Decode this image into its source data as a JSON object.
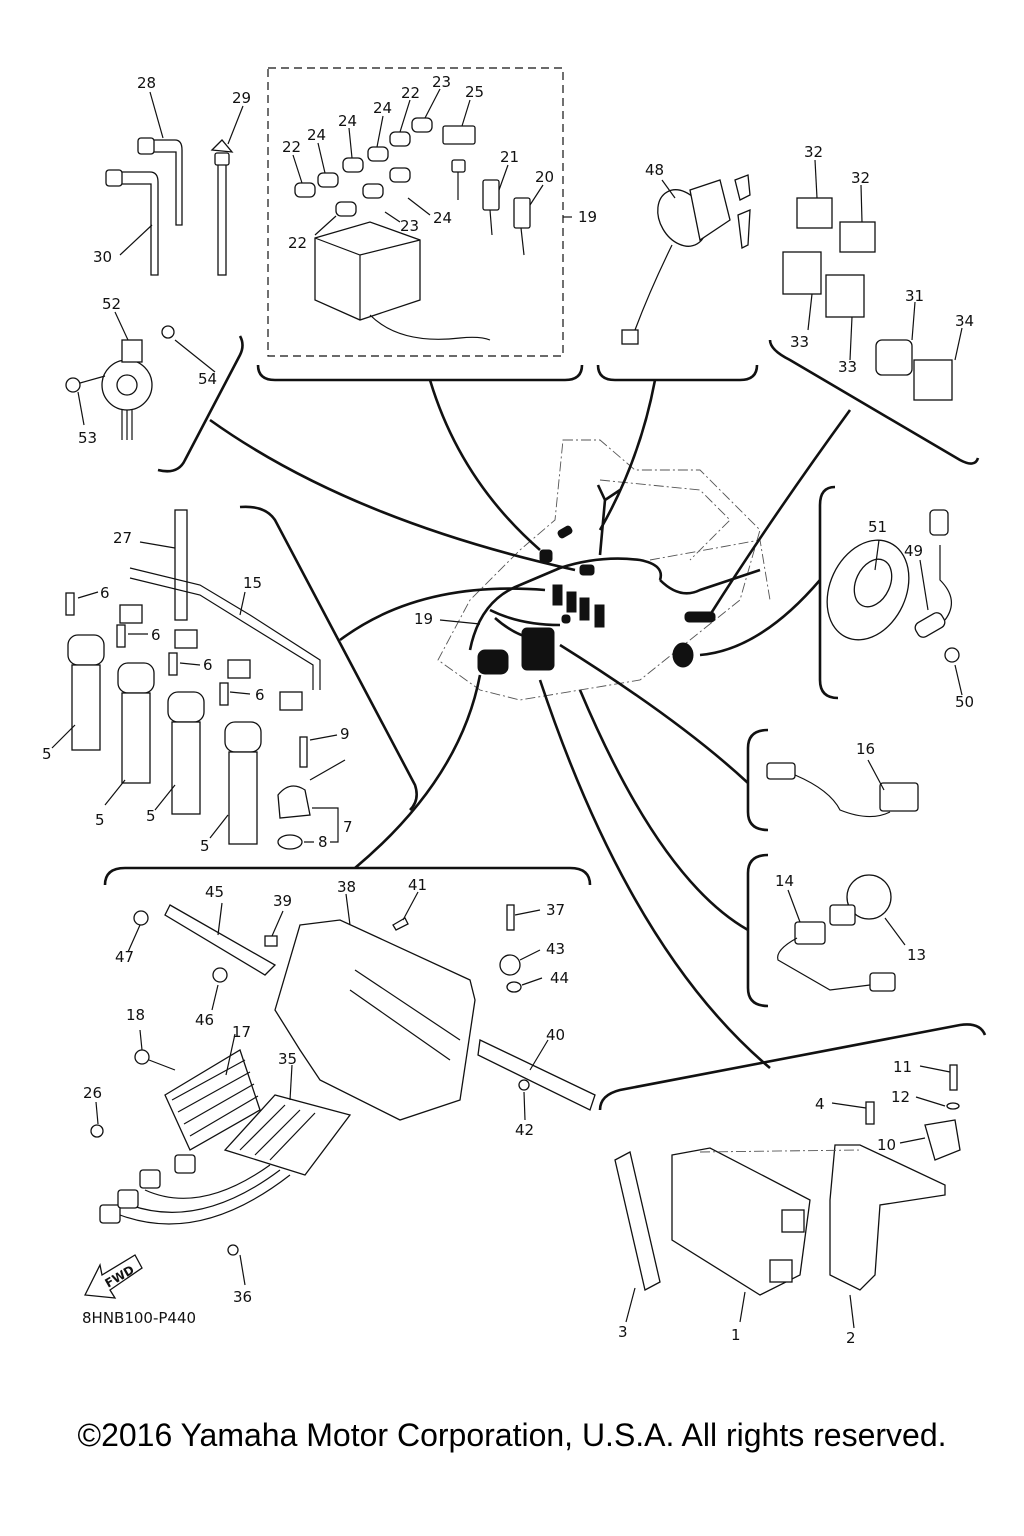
{
  "diagram": {
    "title": "Electrical parts diagram",
    "drawing_code": "8HNB100-P440",
    "fwd_label": "FWD",
    "copyright": "©2016 Yamaha Motor Corporation, U.S.A. All rights reserved."
  },
  "callouts": {
    "c1": "1",
    "c2": "2",
    "c3": "3",
    "c4": "4",
    "c5a": "5",
    "c5b": "5",
    "c5c": "5",
    "c5d": "5",
    "c6a": "6",
    "c6b": "6",
    "c6c": "6",
    "c6d": "6",
    "c7": "7",
    "c8": "8",
    "c9": "9",
    "c10": "10",
    "c11": "11",
    "c12": "12",
    "c13": "13",
    "c14": "14",
    "c15": "15",
    "c16": "16",
    "c17": "17",
    "c18": "18",
    "c19a": "19",
    "c19b": "19",
    "c20": "20",
    "c21": "21",
    "c22a": "22",
    "c22b": "22",
    "c22c": "22",
    "c23a": "23",
    "c23b": "23",
    "c24a": "24",
    "c24b": "24",
    "c24c": "24",
    "c24d": "24",
    "c25": "25",
    "c26": "26",
    "c27": "27",
    "c28": "28",
    "c29": "29",
    "c30": "30",
    "c31": "31",
    "c32a": "32",
    "c32b": "32",
    "c33a": "33",
    "c33b": "33",
    "c34": "34",
    "c35": "35",
    "c36": "36",
    "c37": "37",
    "c38": "38",
    "c39": "39",
    "c40": "40",
    "c41": "41",
    "c42": "42",
    "c43": "43",
    "c44": "44",
    "c45": "45",
    "c46": "46",
    "c47": "47",
    "c48": "48",
    "c49": "49",
    "c50": "50",
    "c51": "51",
    "c52": "52",
    "c53": "53",
    "c54": "54"
  }
}
